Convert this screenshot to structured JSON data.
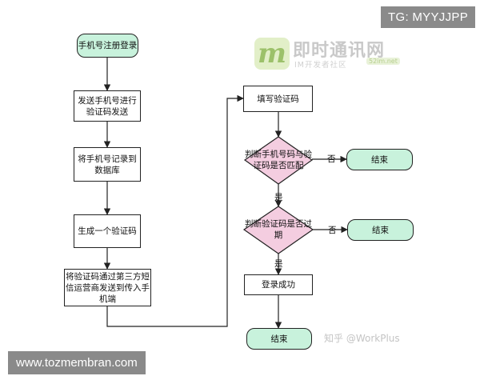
{
  "watermark": {
    "tg": "TG: MYYJJPP",
    "website": "www.tozmembran.com",
    "logo_mark": "m",
    "logo_title": "即时通讯网",
    "logo_sub": "IM开发者社区",
    "logo_domain": "52im.net",
    "zhihu": "知乎 @WorkPlus"
  },
  "nodes": {
    "start": "手机号注册登录",
    "send_code": "发送手机号进行验证码发送",
    "record_db": "将手机号记录到数据库",
    "gen_code": "生成一个验证码",
    "sms_send": "将验证码通过第三方短信运营商发送到传入手机端",
    "fill_code": "填写验证码",
    "check_match": "判断手机号码与验证码是否匹配",
    "end1": "结束",
    "check_expire": "判断验证码是否过期",
    "end2": "结束",
    "login_ok": "登录成功",
    "end3": "结束"
  },
  "edge_labels": {
    "no1": "否",
    "yes1": "是",
    "no2": "否",
    "yes2": "是"
  },
  "colors": {
    "terminal_fill": "#c8f2dc",
    "decision_fill": "#f4cde0",
    "line": "#222222"
  }
}
